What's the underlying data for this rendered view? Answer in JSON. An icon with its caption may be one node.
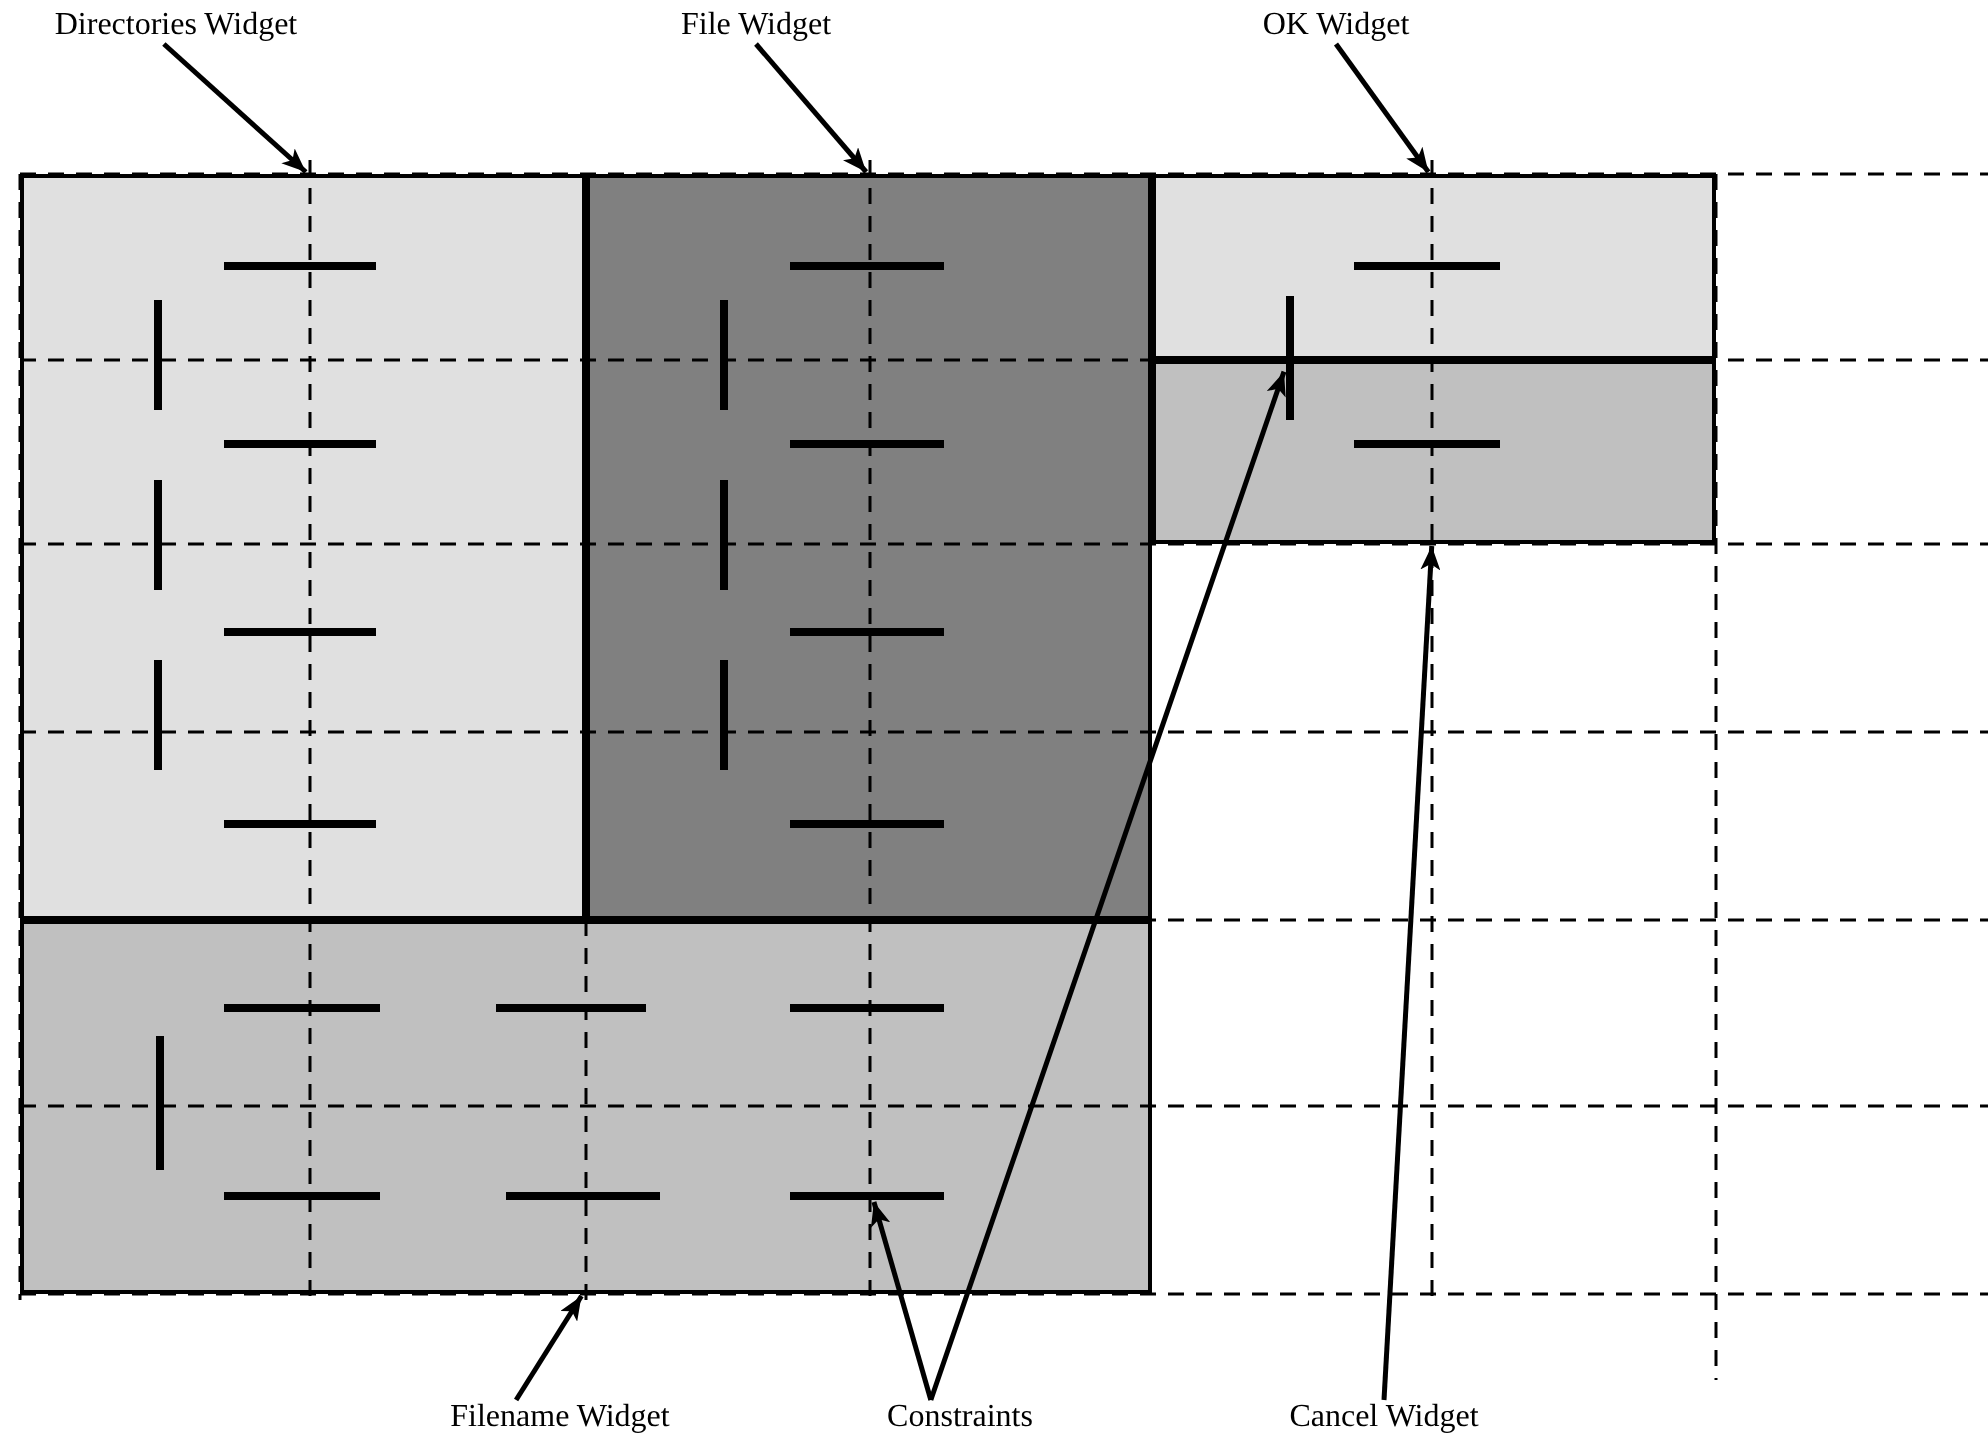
{
  "diagram": {
    "nodes": [
      {
        "text": [
          "Directories Widget"
        ]
      },
      {
        "text": [
          "File Widget"
        ]
      },
      {
        "text": [
          "OK Widget"
        ]
      },
      {
        "text": [],
        "shape": "box"
      },
      {
        "text": [],
        "shape": "box"
      },
      {
        "text": [],
        "shape": "box"
      },
      {
        "text": [],
        "shape": "box"
      },
      {
        "text": [],
        "shape": "box"
      },
      {
        "text": [],
        "shape": "bar"
      },
      {
        "text": [],
        "shape": "bar",
        "in": 7
      },
      {
        "text": [
          "Filename Widget"
        ]
      },
      {
        "text": [
          "Constraints"
        ]
      },
      {
        "text": [
          "Cancel Widget"
        ]
      }
    ],
    "edges": [
      {
        "from": 0,
        "to": 3,
        "arrow": "to"
      },
      {
        "from": 1,
        "to": 4,
        "arrow": "to"
      },
      {
        "from": 2,
        "to": 5,
        "arrow": "to"
      },
      {
        "from": 10,
        "to": 7,
        "arrow": "to"
      },
      {
        "from": 11,
        "to": 9,
        "arrow": "to"
      },
      {
        "from": 11,
        "to": 8,
        "arrow": "to"
      },
      {
        "from": 12,
        "to": 6,
        "arrow": "to"
      }
    ]
  }
}
